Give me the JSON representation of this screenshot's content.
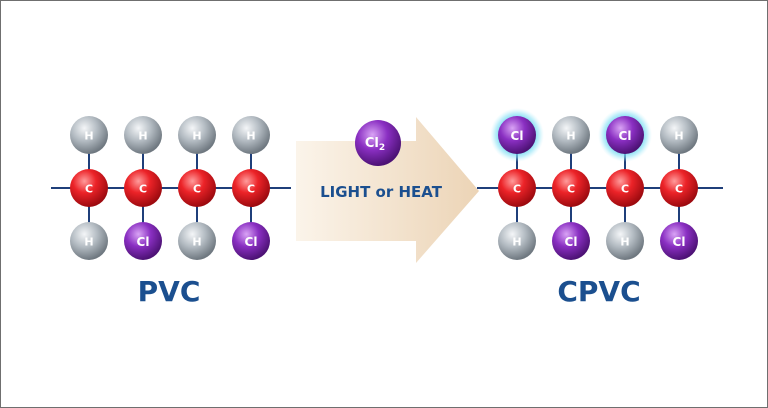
{
  "left_molecule": {
    "name": "PVC",
    "backbone": [
      "C",
      "C",
      "C",
      "C"
    ],
    "top": [
      "H",
      "H",
      "H",
      "H"
    ],
    "bottom": [
      "H",
      "Cl",
      "H",
      "Cl"
    ]
  },
  "right_molecule": {
    "name": "CPVC",
    "backbone": [
      "C",
      "C",
      "C",
      "C"
    ],
    "top": [
      "Cl",
      "H",
      "Cl",
      "H"
    ],
    "top_highlight": [
      true,
      false,
      true,
      false
    ],
    "bottom": [
      "H",
      "Cl",
      "H",
      "Cl"
    ]
  },
  "reaction": {
    "reagent": "Cl",
    "reagent_subscript": "2",
    "condition": "LIGHT or HEAT"
  },
  "colors": {
    "carbon": "#e0141b",
    "hydrogen": "#a7b0b8",
    "chlorine": "#7d2bb0",
    "bond": "#1f3f7a",
    "label": "#1b4f8f",
    "glow": "#5fd3ee",
    "arrow": "#f1ddc4"
  }
}
